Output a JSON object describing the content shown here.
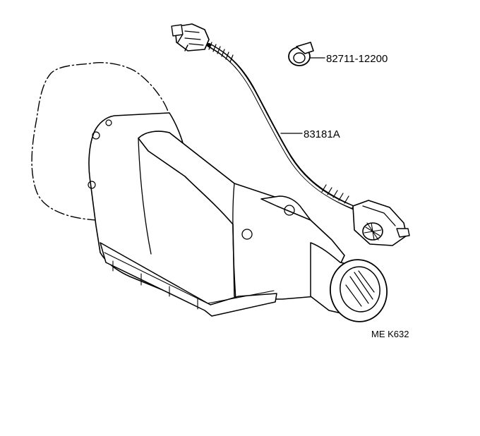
{
  "labels": {
    "clamp_part": "82711-12200",
    "wire_part": "83181A",
    "figure_code": "ME K632"
  },
  "colors": {
    "ink": "#000000",
    "paper": "#ffffff"
  }
}
